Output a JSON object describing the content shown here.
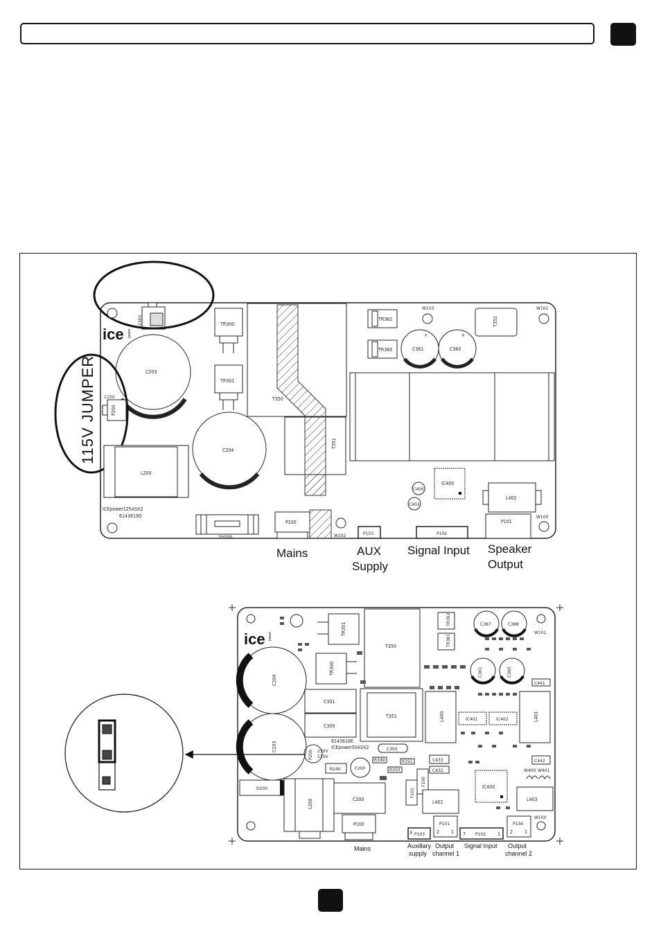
{
  "page": {
    "header_title": "",
    "page_number": ""
  },
  "board1": {
    "brand": "ice",
    "brand_sub": "power",
    "jumper_callout": "115V JUMPER",
    "model_text": "ICEpower125ASX2",
    "serial_text": "6143619D",
    "voltage_230": "230V",
    "voltage_115": "115V",
    "parts": {
      "C203": "C203",
      "C204": "C204",
      "L200": "L200",
      "P200": "P200",
      "TR300": "TR300",
      "TR301": "TR301",
      "T350": "T350",
      "T351": "T351",
      "TR362": "TR362",
      "TR360": "TR360",
      "C361": "C361",
      "C360": "C360",
      "T352": "T352",
      "W103": "W103",
      "W101": "W101",
      "W100": "W100",
      "W102": "W102",
      "IC400": "IC400",
      "C400": "C400",
      "C402": "C402",
      "L402": "L402",
      "P100": "P100",
      "P101": "P101",
      "P102": "P102",
      "P103": "P103",
      "FH200": "FH200"
    },
    "connectors": {
      "mains": "Mains",
      "aux_line1": "AUX",
      "aux_line2": "Supply",
      "signal_input": "Signal Input",
      "speaker_line1": "Speaker",
      "speaker_line2": "Output"
    }
  },
  "board2": {
    "brand": "ice",
    "brand_sub": "power",
    "model_text": "ICEpower50ASX2",
    "serial_text": "6143618E",
    "voltage_230": "230V",
    "voltage_115": "115V",
    "parts": {
      "TR301": "TR301",
      "TR300": "TR300",
      "T350": "T350",
      "T351": "T351",
      "C204": "C204",
      "C203": "C203",
      "C301": "C301",
      "C300": "C300",
      "C350": "C350",
      "P200": "P200",
      "F200": "F200",
      "R240": "R240",
      "D200": "D200",
      "L200": "L200",
      "C200": "C200",
      "P100": "P100",
      "L400": "L400",
      "L401": "L401",
      "L402": "L402",
      "L403": "L403",
      "IC401": "IC401",
      "IC402": "IC402",
      "IC400": "IC400",
      "C387": "C387",
      "C388": "C388",
      "C361": "C361",
      "C360": "C360",
      "W101": "W101",
      "W100": "W100",
      "C441": "C441",
      "C442": "C442",
      "C433": "C433",
      "C432": "C432",
      "F100": "F100",
      "F101": "F101",
      "P101": "P101",
      "P102": "P102",
      "P103": "P103",
      "P104": "P104",
      "TR361": "TR361",
      "TR362": "TR362",
      "R351": "R351",
      "R350": "R350",
      "R349": "R349",
      "W400": "W400",
      "W401": "W401"
    },
    "pin_labels": {
      "p103_pin": "3",
      "p101_left": "2",
      "p101_right": "1",
      "p102_left": "7",
      "p102_right": "1",
      "p104_left": "2",
      "p104_right": "1"
    },
    "connectors": {
      "mains": "Mains",
      "aux_line1": "Auxillary",
      "aux_line2": "supply",
      "out1_line1": "Output",
      "out1_line2": "channel 1",
      "signal_input": "Signal Input",
      "out2_line1": "Output",
      "out2_line2": "channel 2"
    }
  }
}
